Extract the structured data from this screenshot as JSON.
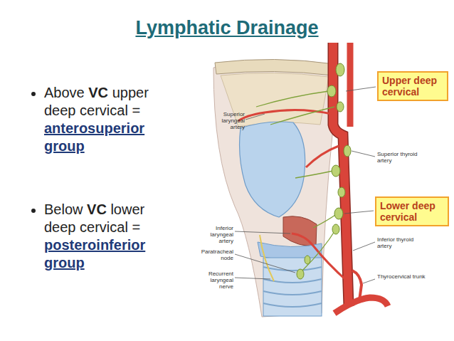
{
  "diagram": {
    "title": "Lymphatic Drainage",
    "nodes": [
      {
        "text": [
          "Upper deep cervical"
        ]
      },
      {
        "text": [
          "Lower deep cervical"
        ]
      }
    ],
    "labels": [
      "Above",
      "VC",
      "upper deep cervical =",
      "anterosuperior group",
      "Below",
      "VC",
      "lower deep cervical =",
      "posteroinferior group",
      "Superior laryngeal artery",
      "Superior thyroid artery",
      "Inferior laryngeal artery",
      "Paratracheal node",
      "Recurrent laryngeal nerve",
      "Inferior thyroid artery",
      "Thyrocervical trunk"
    ]
  }
}
